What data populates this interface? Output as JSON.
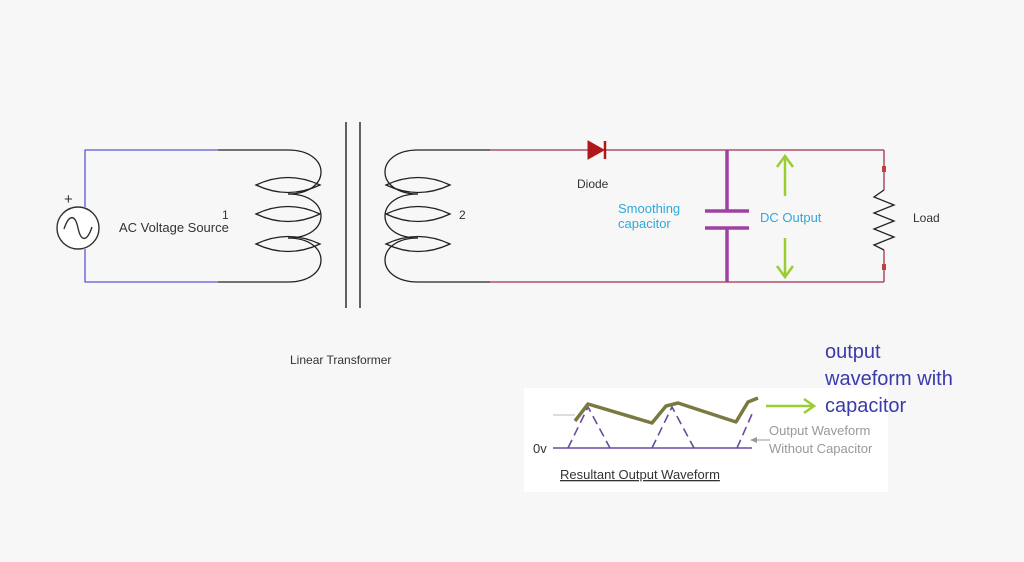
{
  "labels": {
    "source_plus": "+",
    "source": "AC Voltage Source",
    "primary_number": "1",
    "secondary_number": "2",
    "transformer": "Linear Transformer",
    "diode": "Diode",
    "capacitor_line1": "Smoothing",
    "capacitor_line2": "capacitor",
    "dc_output": "DC Output",
    "load": "Load",
    "zero_volt": "0v",
    "resultant_waveform": "Resultant Output Waveform",
    "without_cap_line1": "Output Waveform",
    "without_cap_line2": "Without Capacitor",
    "with_cap_line1": "output",
    "with_cap_line2": "waveform with",
    "with_cap_line3": "capacitor"
  },
  "colors": {
    "primary_wire": "#5a5ad0",
    "secondary_wire": "#a03050",
    "capacitor": "#a040a0",
    "arrow": "#9acd32",
    "diode": "#b01818",
    "waveform_with_cap": "#7a7a40",
    "waveform_without_cap": "#6a4aa0",
    "annotation_blue": "#3a3aaa",
    "annotation_gray": "#999999",
    "cyan_label": "#30a8d8"
  }
}
